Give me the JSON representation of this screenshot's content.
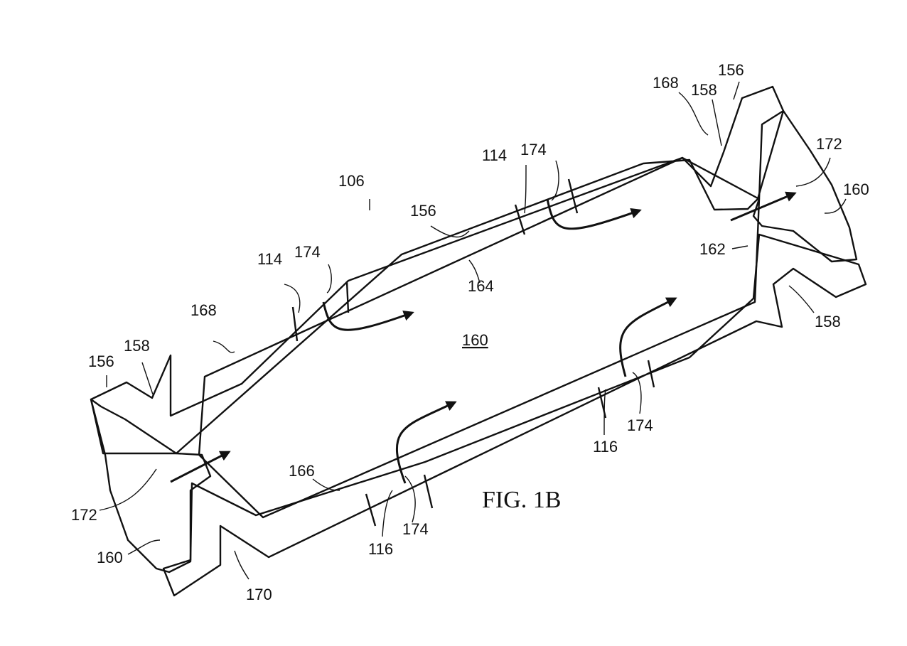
{
  "figure": {
    "title": "FIG. 1B",
    "labels": {
      "assembly": "106",
      "wall_top": "156",
      "wall_top_right": "156",
      "wall_left": "156",
      "groove_top_right": "158",
      "groove_left": "158",
      "groove_bottom_right": "158",
      "hatch_top": "168",
      "hatch_top_right": "168",
      "channel_left": "114",
      "channel_right": "114",
      "flow_top_left": "174",
      "flow_top_right": "174",
      "flow_bottom_left": "174",
      "flow_bottom_right": "174",
      "inlet_left": "172",
      "inlet_right": "172",
      "fill_center": "160",
      "fill_right": "160",
      "fill_left": "160",
      "edge_top": "164",
      "edge_bottom": "166",
      "corner_right": "162",
      "channel_bottom_left": "116",
      "channel_bottom_right": "116",
      "base": "170"
    }
  }
}
